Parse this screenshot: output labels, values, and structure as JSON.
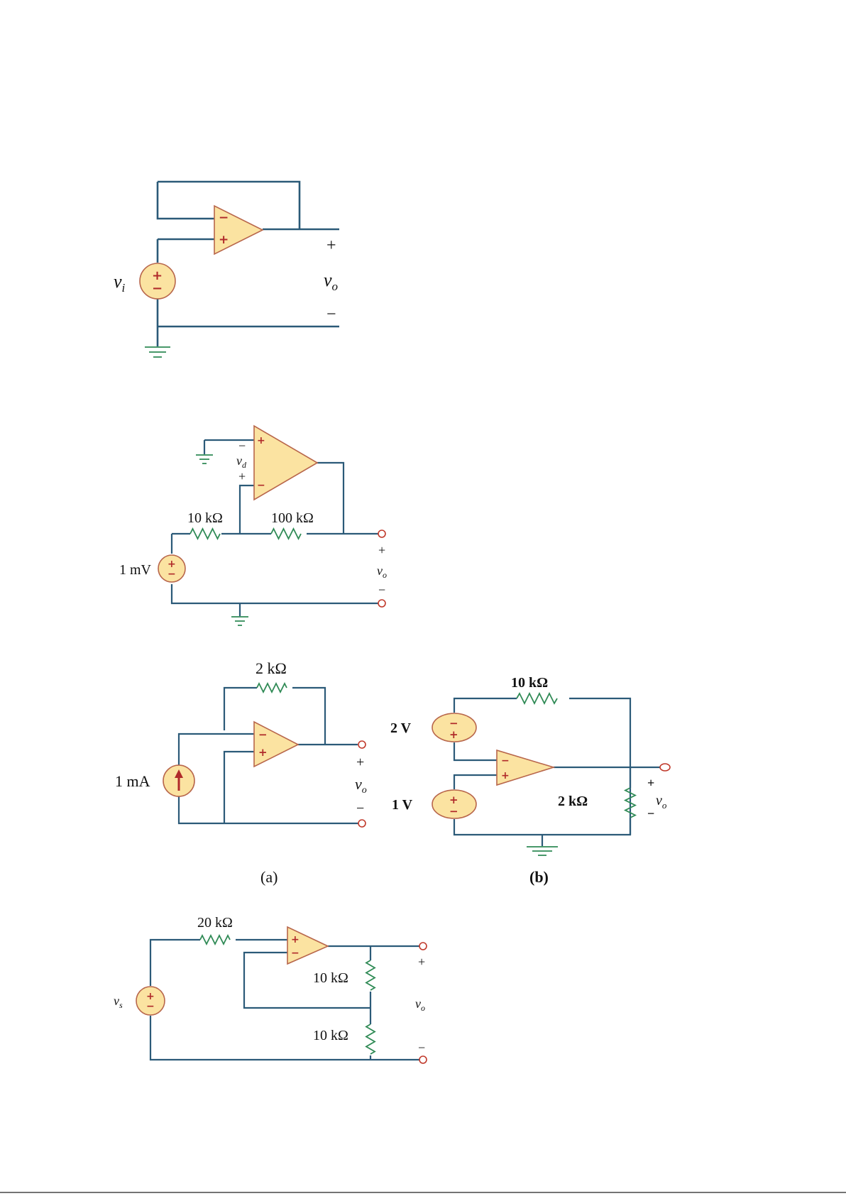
{
  "fig1": {
    "vin": "v",
    "vin_sub": "i",
    "vout": "v",
    "vout_sub": "o",
    "plus": "+",
    "minus": "−"
  },
  "fig2": {
    "r1": "10 kΩ",
    "r2": "100 kΩ",
    "source": "1 mV",
    "vd": "v",
    "vd_sub": "d",
    "vout": "v",
    "vout_sub": "o",
    "plus": "+",
    "minus": "−"
  },
  "fig3a": {
    "rf": "2 kΩ",
    "source": "1 mA",
    "vout": "v",
    "vout_sub": "o",
    "plus": "+",
    "minus": "−",
    "caption": "(a)"
  },
  "fig3b": {
    "rf": "10 kΩ",
    "v1": "2 V",
    "v2": "1 V",
    "rl": "2 kΩ",
    "vout": "v",
    "vout_sub": "o",
    "plus": "+",
    "minus": "−",
    "caption": "(b)"
  },
  "fig4": {
    "rin": "20 kΩ",
    "r1": "10 kΩ",
    "r2": "10 kΩ",
    "vin": "v",
    "vin_sub": "s",
    "vout": "v",
    "vout_sub": "o",
    "plus": "+",
    "minus": "−"
  }
}
